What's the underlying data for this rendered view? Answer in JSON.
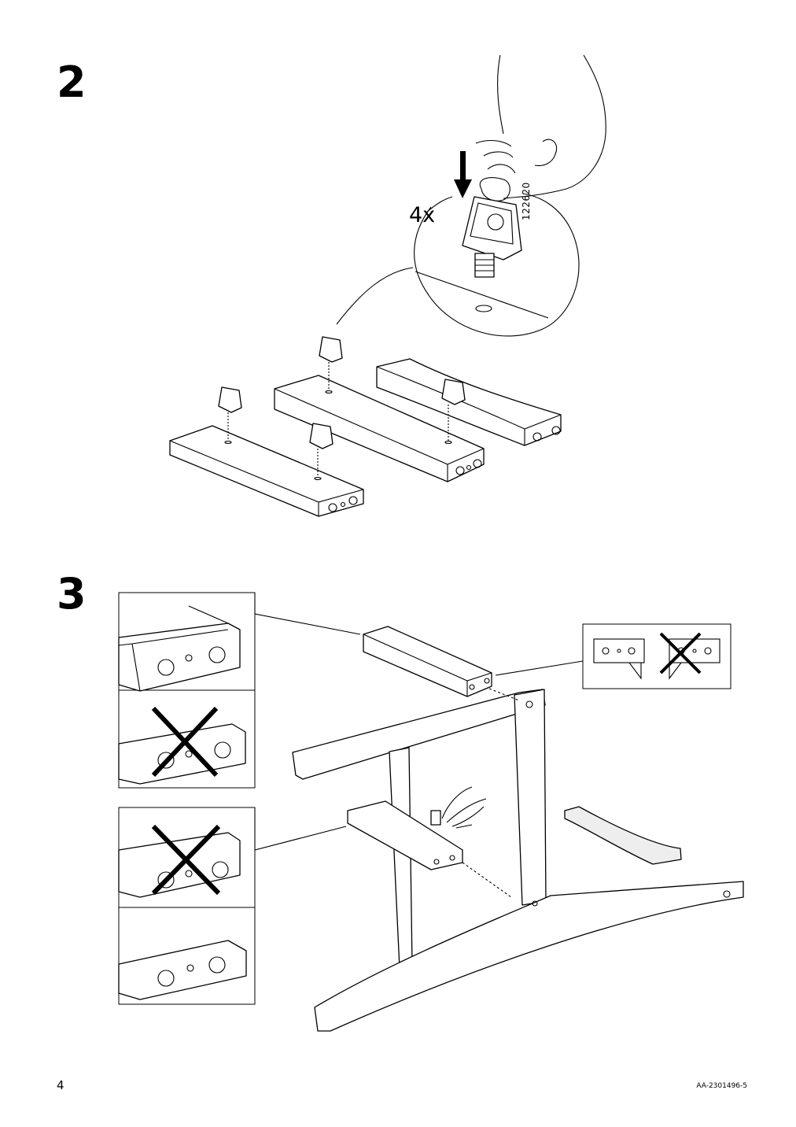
{
  "page": {
    "number": "4",
    "doc_code": "AA-2301496-5"
  },
  "step2": {
    "number": "2",
    "quantity": "4x",
    "part_number": "122620"
  },
  "step3": {
    "number": "3"
  }
}
